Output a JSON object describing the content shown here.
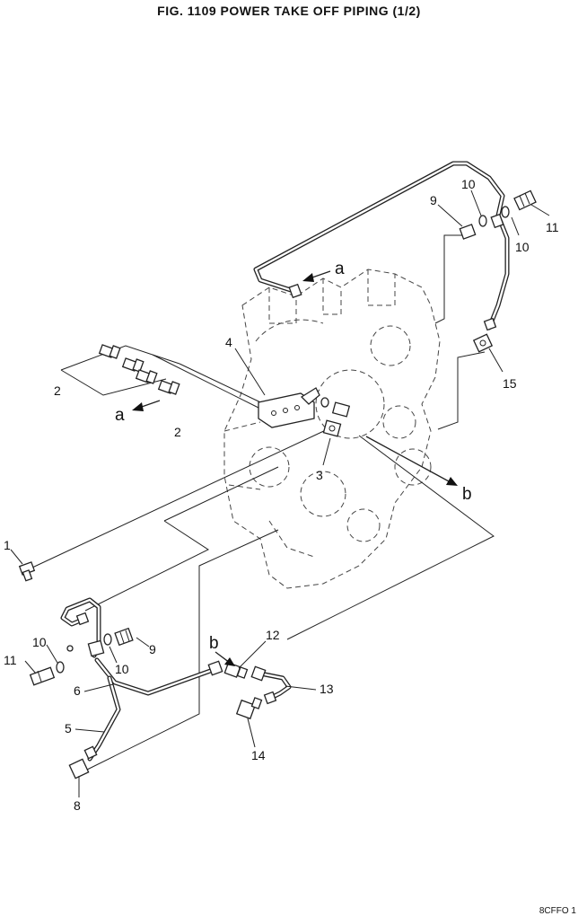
{
  "title": "FIG. 1109   POWER TAKE OFF PIPING (1/2)",
  "footer_code": "8CFFO 1",
  "callouts": {
    "c1": "1",
    "c2a": "2",
    "c2b": "2",
    "c3": "3",
    "c4": "4",
    "c5": "5",
    "c6": "6",
    "c8": "8",
    "c9a": "9",
    "c9b": "9",
    "c10a": "10",
    "c10b": "10",
    "c10c": "10",
    "c10d": "10",
    "c11a": "11",
    "c11b": "11",
    "c12": "12",
    "c13": "13",
    "c14": "14",
    "c15": "15"
  },
  "refs": {
    "a1": "a",
    "a2": "a",
    "b1": "b",
    "b2": "b"
  }
}
